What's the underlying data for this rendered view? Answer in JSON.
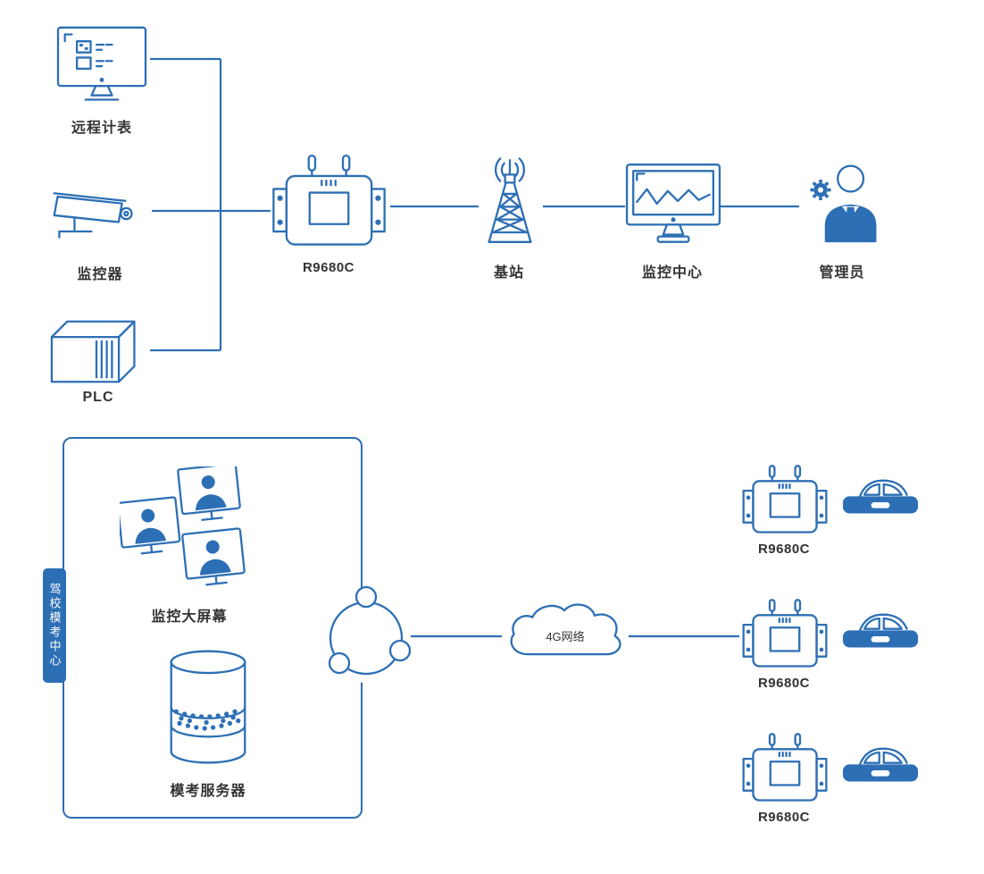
{
  "colors": {
    "line": "#2d6fb5",
    "tab_bg": "#2d6fb5",
    "text": "#333333"
  },
  "top": {
    "meter_label": "远程计表",
    "camera_label": "监控器",
    "plc_label": "PLC",
    "router_label": "R9680C",
    "station_label": "基站",
    "center_label": "监控中心",
    "admin_label": "管理员"
  },
  "bottom": {
    "zone_label": "驾校模考中心",
    "screens_label": "监控大屏幕",
    "server_label": "模考服务器",
    "cloud_label": "4G网络",
    "units": [
      {
        "label": "R9680C"
      },
      {
        "label": "R9680C"
      },
      {
        "label": "R9680C"
      }
    ]
  }
}
